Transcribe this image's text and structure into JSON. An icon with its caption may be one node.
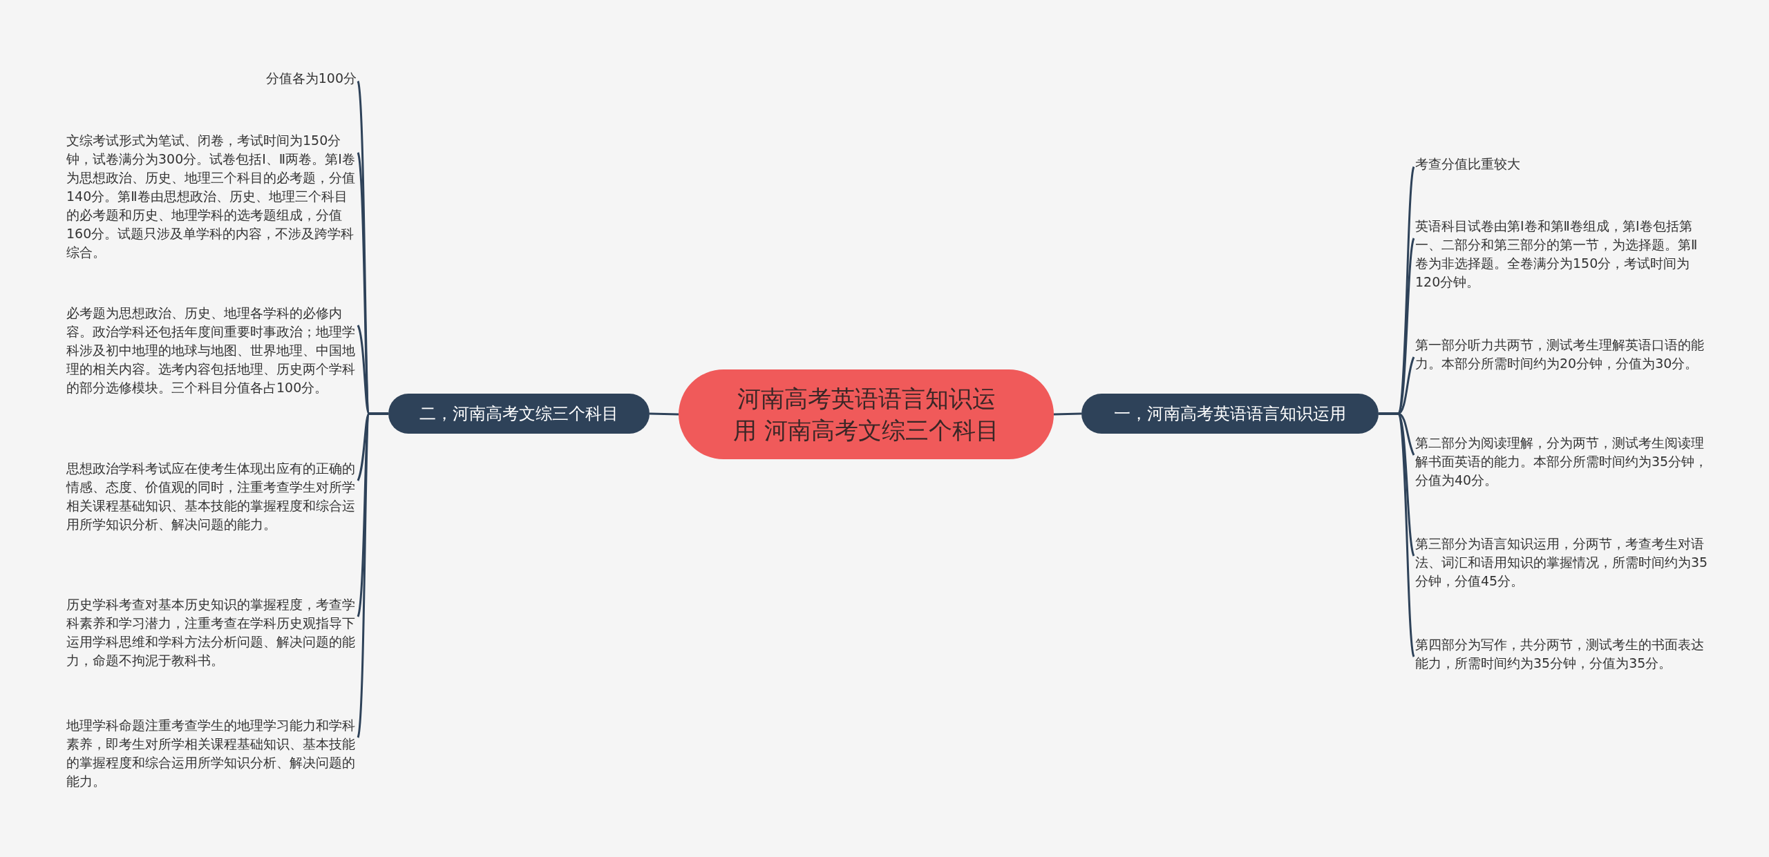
{
  "diagram": {
    "nodes": [
      {
        "text": [
          "河南高考英语语言知识运用 河南高考文综三个科目"
        ]
      },
      {
        "text": [
          "一，河南高考英语语言知识运用"
        ]
      },
      {
        "text": [
          "考查分值比重较大"
        ]
      },
      {
        "text": [
          "英语科目试卷由第Ⅰ卷和第Ⅱ卷组成，第Ⅰ卷包括第一、二部分和第三部分的第一节，为选择题。第Ⅱ卷为非选择题。全卷满分为150分，考试时间为120分钟。"
        ]
      },
      {
        "text": [
          "第一部分听力共两节，测试考生理解英语口语的能力。本部分所需时间约为20分钟，分值为30分。"
        ]
      },
      {
        "text": [
          "第二部分为阅读理解，分为两节，测试考生阅读理解书面英语的能力。本部分所需时间约为35分钟，分值为40分。"
        ]
      },
      {
        "text": [
          "第三部分为语言知识运用，分两节，考查考生对语法、词汇和语用知识的掌握情况，所需时间约为35分钟，分值45分。"
        ]
      },
      {
        "text": [
          "第四部分为写作，共分两节，测试考生的书面表达能力，所需时间约为35分钟，分值为35分。"
        ]
      },
      {
        "text": [
          "二，河南高考文综三个科目"
        ]
      },
      {
        "text": [
          "分值各为100分"
        ]
      },
      {
        "text": [
          "文综考试形式为笔试、闭卷，考试时间为150分钟，试卷满分为300分。试卷包括Ⅰ、Ⅱ两卷。第Ⅰ卷为思想政治、历史、地理三个科目的必考题，分值140分。第Ⅱ卷由思想政治、历史、地理三个科目的必考题和历史、地理学科的选考题组成，分值160分。试题只涉及单学科的内容，不涉及跨学科综合。"
        ]
      },
      {
        "text": [
          "必考题为思想政治、历史、地理各学科的必修内容。政治学科还包括年度间重要时事政治；地理学科涉及初中地理的地球与地图、世界地理、中国地理的相关内容。选考内容包括地理、历史两个学科的部分选修模块。三个科目分值各占100分。"
        ]
      },
      {
        "text": [
          "思想政治学科考试应在使考生体现出应有的正确的情感、态度、价值观的同时，注重考查学生对所学相关课程基础知识、基本技能的掌握程度和综合运用所学知识分析、解决问题的能力。"
        ]
      },
      {
        "text": [
          "历史学科考查对基本历史知识的掌握程度，考查学科素养和学习潜力，注重考查在学科历史观指导下运用学科思维和学科方法分析问题、解决问题的能力，命题不拘泥于教科书。"
        ]
      },
      {
        "text": [
          "地理学科命题注重考查学生的地理学习能力和学科素养，即考生对所学相关课程基础知识、基本技能的掌握程度和综合运用所学知识分析、解决问题的能力。"
        ]
      }
    ],
    "edges": [
      {
        "from": 0,
        "to": 1,
        "arrow": "none"
      },
      {
        "from": 1,
        "to": 2,
        "arrow": "none"
      },
      {
        "from": 1,
        "to": 3,
        "arrow": "none"
      },
      {
        "from": 1,
        "to": 4,
        "arrow": "none"
      },
      {
        "from": 1,
        "to": 5,
        "arrow": "none"
      },
      {
        "from": 1,
        "to": 6,
        "arrow": "none"
      },
      {
        "from": 1,
        "to": 7,
        "arrow": "none"
      },
      {
        "from": 0,
        "to": 8,
        "arrow": "none"
      },
      {
        "from": 8,
        "to": 9,
        "arrow": "none"
      },
      {
        "from": 8,
        "to": 10,
        "arrow": "none"
      },
      {
        "from": 8,
        "to": 11,
        "arrow": "none"
      },
      {
        "from": 8,
        "to": 12,
        "arrow": "none"
      },
      {
        "from": 8,
        "to": 13,
        "arrow": "none"
      },
      {
        "from": 8,
        "to": 14,
        "arrow": "none"
      }
    ]
  }
}
